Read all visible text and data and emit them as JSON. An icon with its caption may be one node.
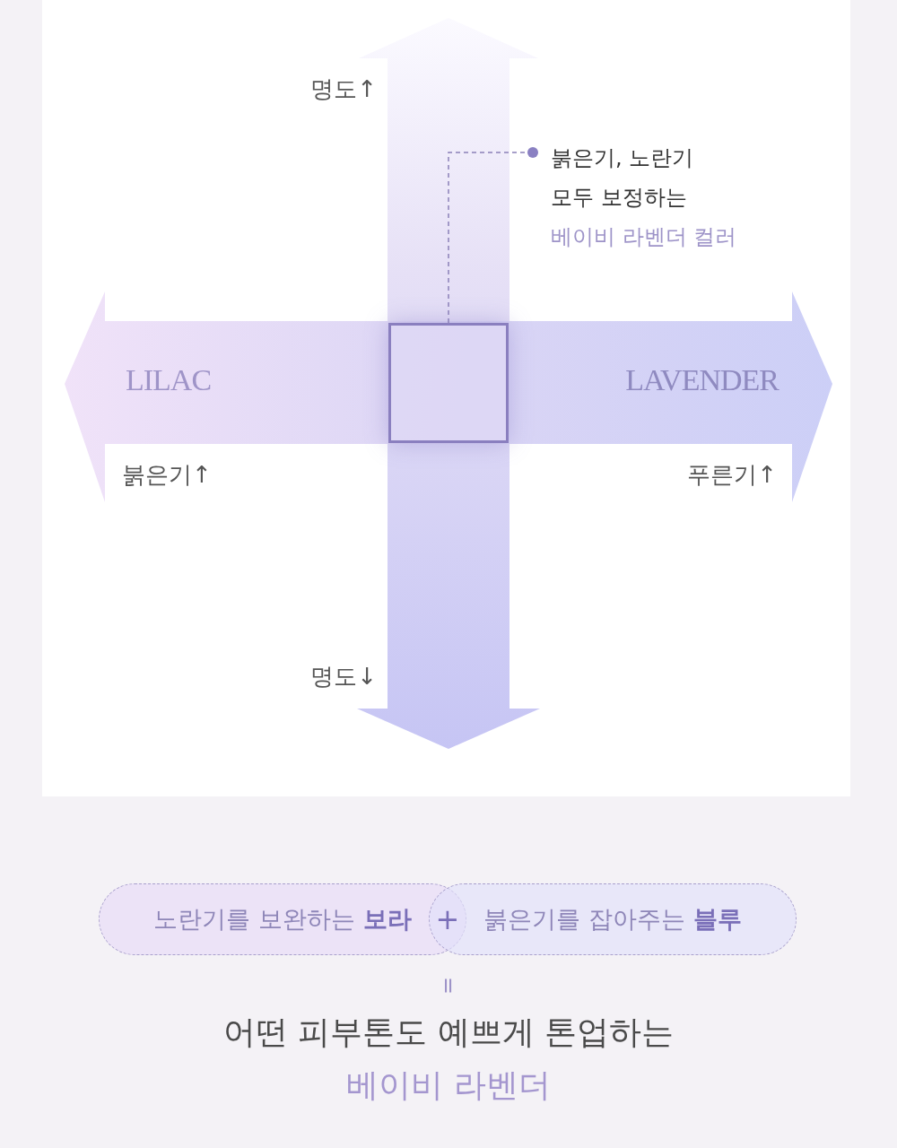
{
  "diagram": {
    "nodes": [
      {
        "text": [],
        "shape": "box"
      },
      {
        "text": [
          "붉은기, 노란기 모두 보정하는",
          "베이비 라벤더 컬러"
        ]
      },
      {
        "text": [
          "노란기를 보완하는 **보라**"
        ]
      },
      {
        "text": [
          "붉은기를 잡아주는 **블루**"
        ]
      }
    ],
    "edges": [
      {
        "from": 1,
        "to": 0,
        "arrow": "other",
        "style": "dashed"
      }
    ],
    "labels": [
      "명도↑",
      "LILAC",
      "LAVENDER",
      "붉은기↑",
      "푸른기↑",
      "명도↓",
      "+",
      "=",
      "어떤 피부톤도 예쁘게 톤업하는",
      "베이비 라벤더"
    ]
  }
}
